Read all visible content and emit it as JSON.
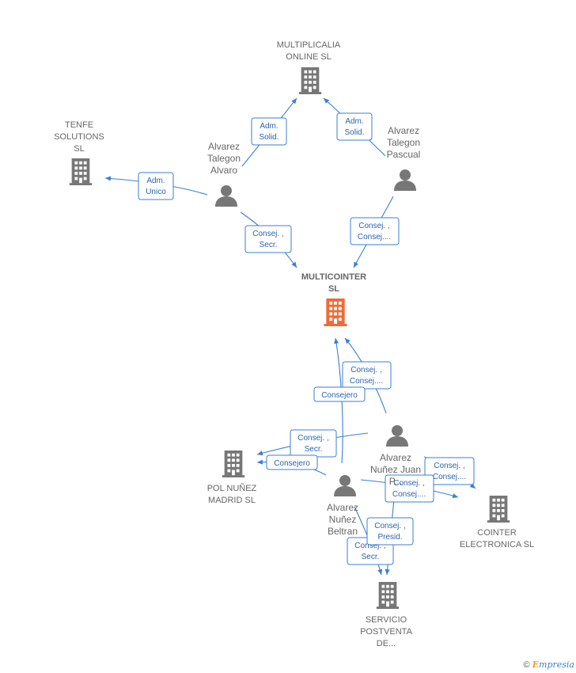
{
  "colors": {
    "edge": "#3a7fd5",
    "company": "#777777",
    "focus_company": "#f06a35",
    "person": "#777777"
  },
  "nodes": [
    {
      "id": "multiplicalia",
      "kind": "company",
      "lines": [
        "MULTIPLICALIA",
        "ONLINE SL"
      ]
    },
    {
      "id": "tenfe",
      "kind": "company",
      "lines": [
        "TENFE",
        "SOLUTIONS",
        "SL"
      ]
    },
    {
      "id": "multicointer",
      "kind": "focus",
      "lines": [
        "MULTICOINTER",
        "SL"
      ]
    },
    {
      "id": "pol",
      "kind": "company",
      "lines": [
        "POL NUÑEZ",
        "MADRID SL"
      ]
    },
    {
      "id": "cointer",
      "kind": "company",
      "lines": [
        "COINTER",
        "ELECTRONICA SL"
      ]
    },
    {
      "id": "servicio",
      "kind": "company",
      "lines": [
        "SERVICIO",
        "POSTVENTA",
        "DE..."
      ]
    },
    {
      "id": "alvaro",
      "kind": "person",
      "lines": [
        "Alvarez",
        "Talegon",
        "Alvaro"
      ]
    },
    {
      "id": "pascual",
      "kind": "person",
      "lines": [
        "Alvarez",
        "Talegon",
        "Pascual"
      ]
    },
    {
      "id": "juan",
      "kind": "person",
      "lines": [
        "Alvarez",
        "Nuñez Juan",
        "P..."
      ]
    },
    {
      "id": "beltran",
      "kind": "person",
      "lines": [
        "Alvarez",
        "Nuñez",
        "Beltran"
      ]
    }
  ],
  "edges": [
    {
      "id": "e1",
      "lines": [
        "Adm.",
        "Solid."
      ]
    },
    {
      "id": "e2",
      "lines": [
        "Adm.",
        "Solid."
      ]
    },
    {
      "id": "e3",
      "lines": [
        "Adm.",
        "Unico"
      ]
    },
    {
      "id": "e4",
      "lines": [
        "Consej. ,",
        "Secr."
      ]
    },
    {
      "id": "e5",
      "lines": [
        "Consej. ,",
        "Consej...."
      ]
    },
    {
      "id": "e6",
      "lines": [
        "Consej. ,",
        "Consej...."
      ]
    },
    {
      "id": "e7",
      "lines": [
        "Consejero"
      ]
    },
    {
      "id": "e8",
      "lines": [
        "Consej. ,",
        "Secr."
      ]
    },
    {
      "id": "e9",
      "lines": [
        "Consejero"
      ]
    },
    {
      "id": "e10",
      "lines": [
        "Consej. ,",
        "Consej...."
      ]
    },
    {
      "id": "e11",
      "lines": [
        "Consej. ,",
        "Consej...."
      ]
    },
    {
      "id": "e12",
      "lines": [
        "Consej. ,",
        "Presid."
      ]
    },
    {
      "id": "e13",
      "lines": [
        "Consej. ,",
        "Secr."
      ]
    }
  ],
  "footer": {
    "copyright": "©",
    "brand_initial": "E",
    "brand_rest": "mpresia"
  }
}
